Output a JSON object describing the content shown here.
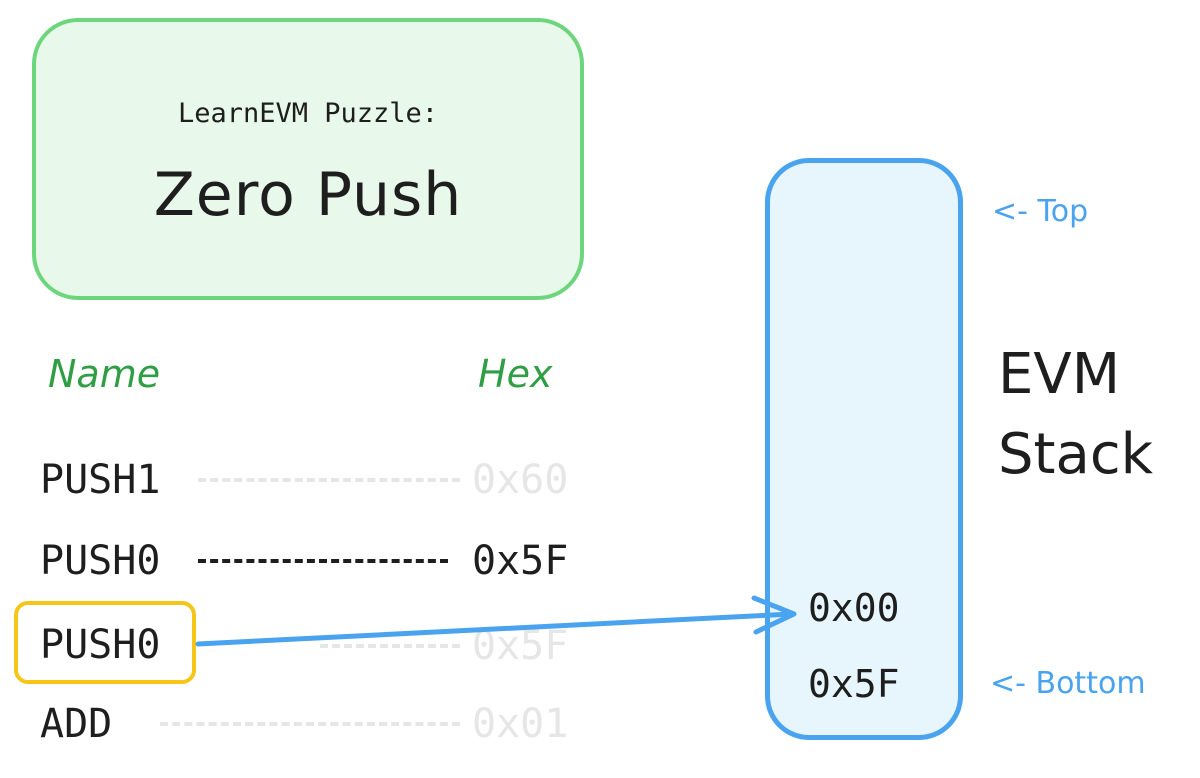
{
  "title": {
    "subtitle": "LearnEVM Puzzle:",
    "main": "Zero Push"
  },
  "columns": {
    "name": "Name",
    "hex": "Hex"
  },
  "opcodes": [
    {
      "name": "PUSH1",
      "hex": "0x60"
    },
    {
      "name": "PUSH0",
      "hex": "0x5F"
    },
    {
      "name": "PUSH0",
      "hex": "0x5F"
    },
    {
      "name": "ADD",
      "hex": "0x01"
    }
  ],
  "stack": {
    "title_line1": "EVM",
    "title_line2": "Stack",
    "top_label": "<- Top",
    "bottom_label": "<- Bottom",
    "values": [
      "0x00",
      "0x5F"
    ]
  },
  "colors": {
    "green_accent": "#2f9e44",
    "blue_accent": "#4aa3ee",
    "highlight": "#f5c518"
  }
}
